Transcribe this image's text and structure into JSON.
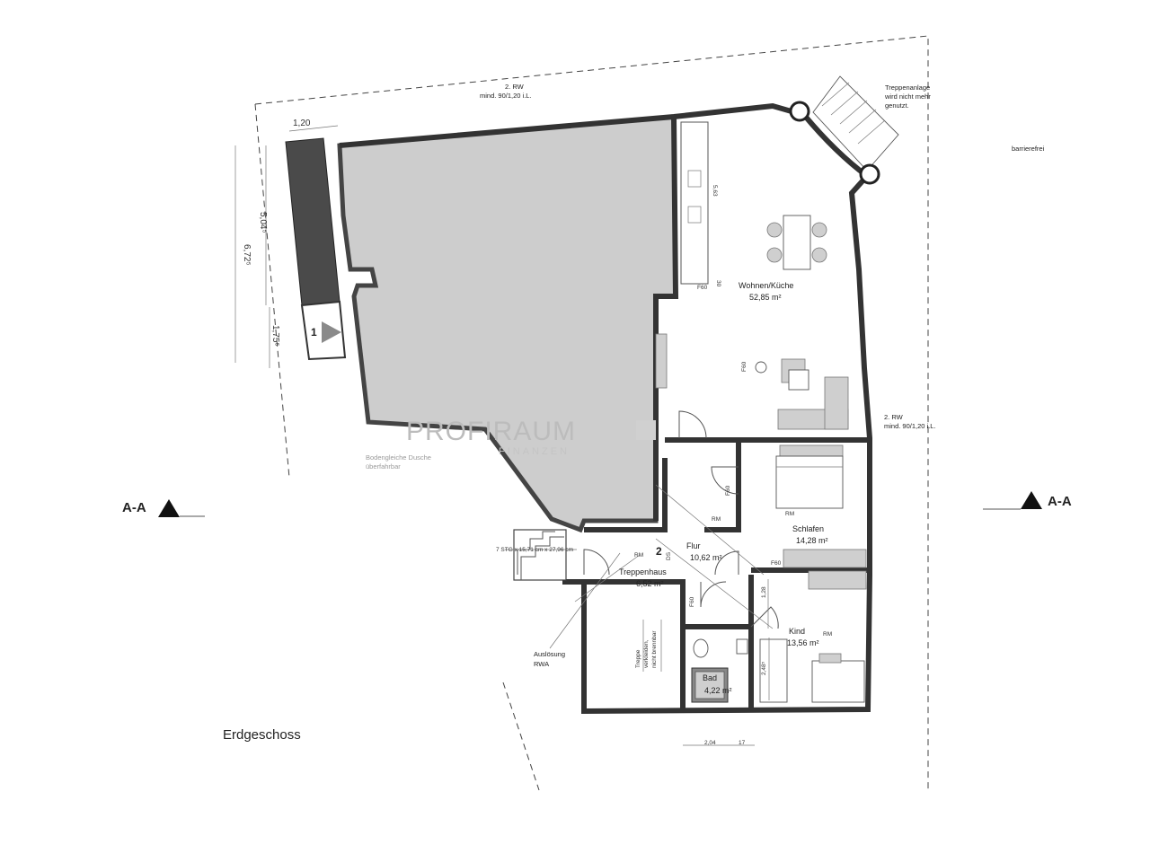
{
  "labels": {
    "plan_title": "Erdgeschoss",
    "section_left": "A-A",
    "section_right": "A-A",
    "barrier_free": "barrierefrei",
    "stair_note_1": "Treppenanlage",
    "stair_note_2": "wird nicht mehr",
    "stair_note_3": "genutzt.",
    "rw_top_1": "2. RW",
    "rw_top_2": "mind. 90/1,20 i.L.",
    "rw_right_1": "2. RW",
    "rw_right_2": "mind. 90/1,20 i.L.",
    "shower_1": "Bodengleiche Dusche",
    "shower_2": "überfahrbar",
    "trigger_1": "Auslösung",
    "trigger_2": "RWA",
    "stair_spec": "7 STG x 15,71 cm x 27,96 cm",
    "treppe_1": "Treppe",
    "treppe_2": "verkleiden,",
    "treppe_3": "nicht brennbar",
    "entry_1": "1",
    "entry_2": "2"
  },
  "rooms": {
    "wohnen": {
      "name": "Wohnen/Küche",
      "area": "52,85 m²"
    },
    "schlafen": {
      "name": "Schlafen",
      "area": "14,28 m²"
    },
    "flur": {
      "name": "Flur",
      "area": "10,62 m²"
    },
    "treppenhaus": {
      "name": "Treppenhaus",
      "area": "6,52 m²"
    },
    "kind": {
      "name": "Kind",
      "area": "13,56 m²"
    },
    "bad": {
      "name": "Bad",
      "area": "4,22 m²"
    }
  },
  "tags": {
    "f60": "F60",
    "rm": "RM",
    "ds": "DS"
  },
  "dimensions": {
    "d_120": "1,20",
    "d_504": "5,04⁵",
    "d_672": "6,72⁵",
    "d_175": "1,75⁵",
    "d_563": "5,63",
    "d_30": "30",
    "d_204": "2,04",
    "d_17": "17",
    "d_128": "1,28",
    "d_248": "2,48⁵"
  },
  "watermark": {
    "main": "PROFIRAUM",
    "sub": "FINANZEN"
  }
}
